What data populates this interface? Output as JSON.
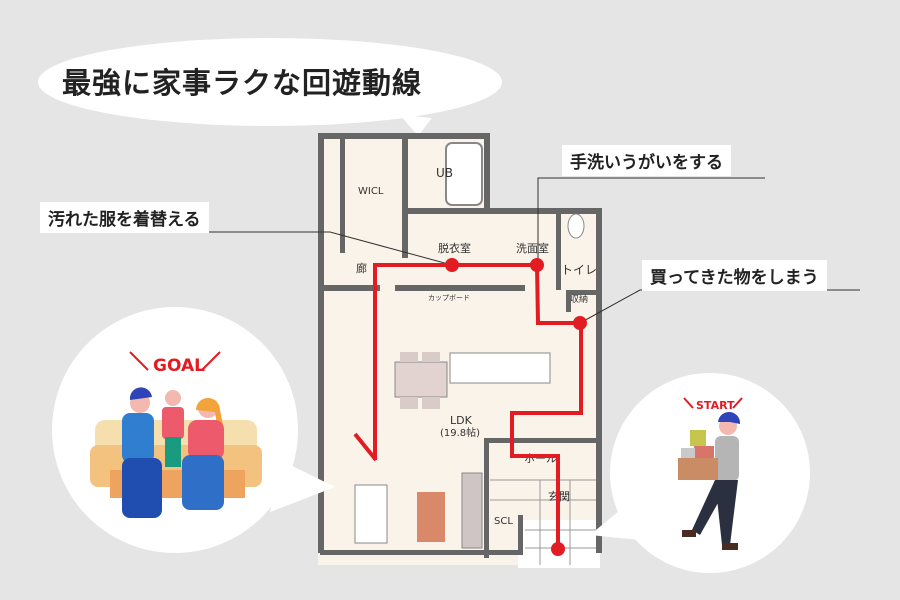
{
  "title": "最強に家事ラクな回遊動線",
  "callouts": {
    "handwash": "手洗いうがいをする",
    "change_clothes": "汚れた服を着替える",
    "store_items": "買ってきた物をしまう"
  },
  "badges": {
    "goal": "GOAL",
    "start": "START"
  },
  "floorplan": {
    "wicl": "WICL",
    "ub": "UB",
    "dressing": "脱衣室",
    "washroom": "洗面室",
    "toilet": "トイレ",
    "hallway": "廊",
    "cupboard": "カップボード",
    "storage": "収納",
    "ldk": "LDK",
    "ldk_size": "(19.8帖)",
    "hall": "ホール",
    "entrance": "玄関",
    "scl": "SCL"
  },
  "colors": {
    "route": "#e31b23",
    "background": "#e5e5e5",
    "accent_text": "#e31b23"
  }
}
